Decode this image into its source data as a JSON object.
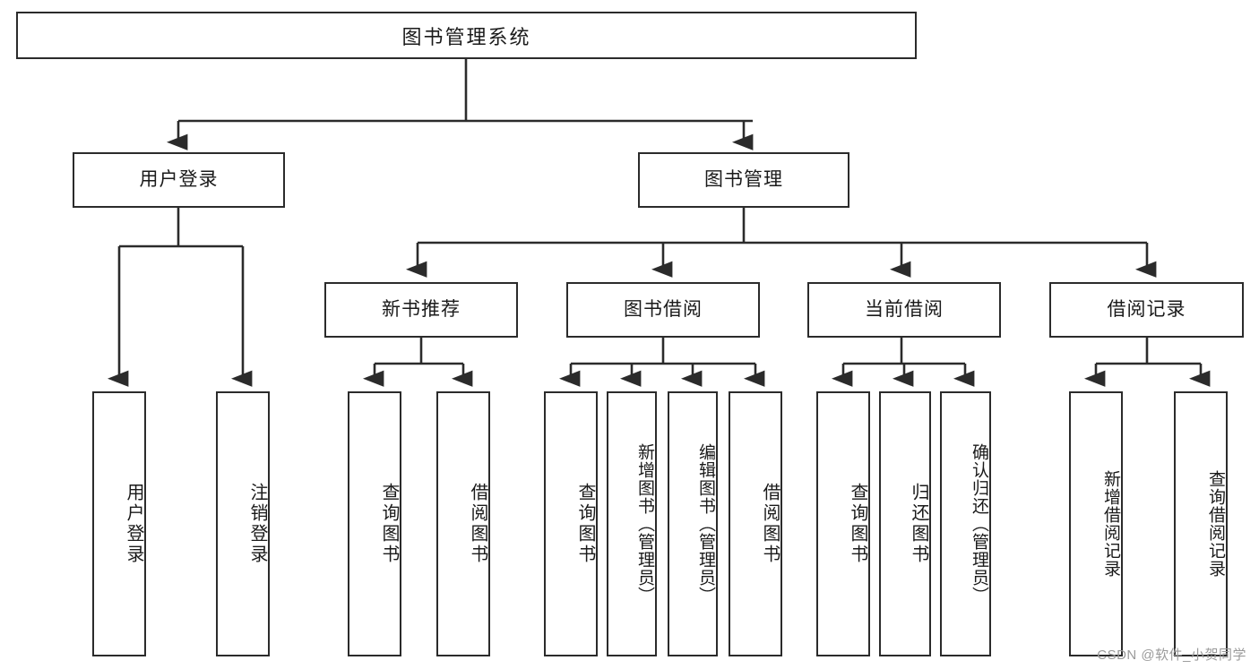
{
  "diagram": {
    "type": "tree",
    "title": "图书管理系统",
    "stroke_color": "#2b2b2b",
    "background_color": "#ffffff",
    "root": {
      "label": "图书管理系统"
    },
    "level2": [
      {
        "label": "用户登录"
      },
      {
        "label": "图书管理"
      }
    ],
    "level3": [
      {
        "label": "新书推荐"
      },
      {
        "label": "图书借阅"
      },
      {
        "label": "当前借阅"
      },
      {
        "label": "借阅记录"
      }
    ],
    "leaves": {
      "user_login": [
        {
          "label": "用户登录"
        },
        {
          "label": "注销登录"
        }
      ],
      "new_book_recommend": [
        {
          "label": "查询图书"
        },
        {
          "label": "借阅图书"
        }
      ],
      "book_borrow": [
        {
          "label": "查询图书"
        },
        {
          "label": "新增图书（管理员）"
        },
        {
          "label": "编辑图书（管理员）"
        },
        {
          "label": "借阅图书"
        }
      ],
      "current_borrow": [
        {
          "label": "查询图书"
        },
        {
          "label": "归还图书"
        },
        {
          "label": "确认归还（管理员）"
        }
      ],
      "borrow_records": [
        {
          "label": "新增借阅记录"
        },
        {
          "label": "查询借阅记录"
        }
      ]
    }
  },
  "watermark": {
    "text": "CSDN @软件_小贺同学"
  }
}
